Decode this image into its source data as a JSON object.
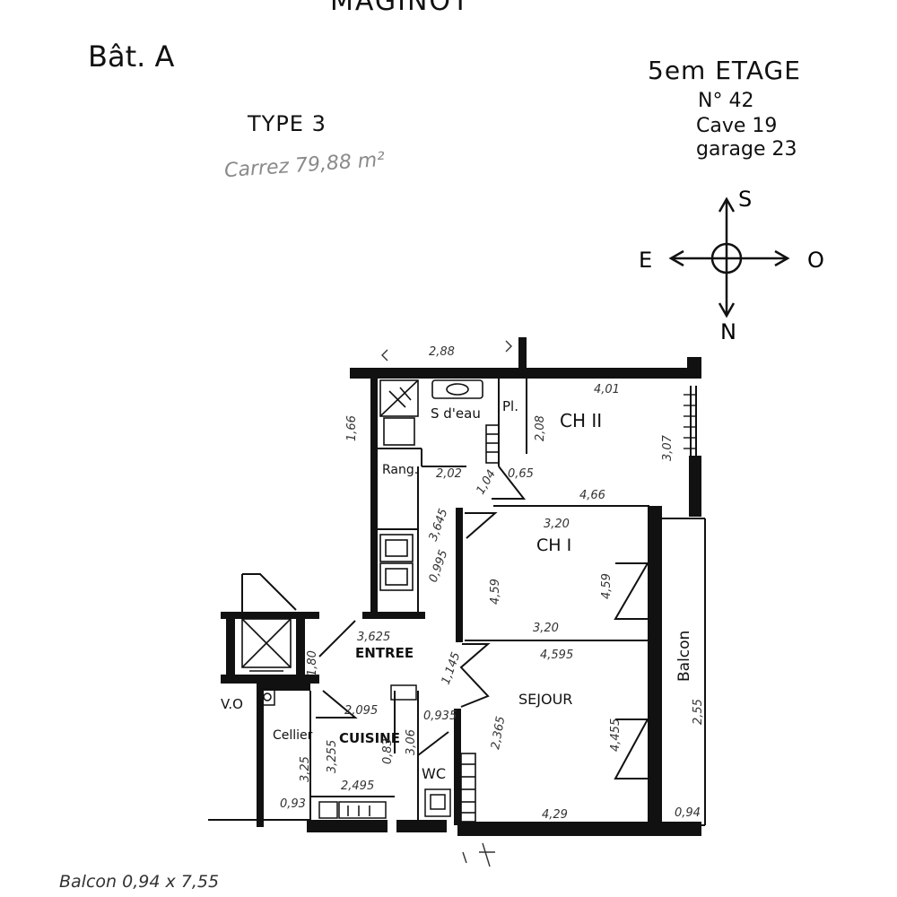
{
  "header": {
    "building_name": "MAGINOT",
    "batiment": "Bât. A",
    "type": "TYPE 3",
    "carrez": "Carrez 79,88 m²"
  },
  "unit_info": {
    "floor": "5em ETAGE",
    "number": "N° 42",
    "cave": "Cave 19",
    "garage": "garage 23"
  },
  "compass": {
    "south": "S",
    "east": "E",
    "west": "O",
    "north": "N"
  },
  "rooms": {
    "salle_eau": "S d'eau",
    "placard": "Pl.",
    "chambre_2": "CH II",
    "rangement": "Rang.",
    "chambre_1": "CH I",
    "entree": "ENTREE",
    "sejour": "SEJOUR",
    "balcon": "Balcon",
    "vo": "V.O",
    "cellier": "Cellier",
    "cuisine": "CUISINE",
    "wc": "WC"
  },
  "dimensions": {
    "top_width": "2,88",
    "sde_height": "1,66",
    "ch2_width": "4,01",
    "ch2_left": "2,08",
    "ch2_right": "3,07",
    "rang_width": "2,02",
    "door_a": "1,04",
    "door_b": "0,65",
    "ch1_top_long": "4,66",
    "ch1_width": "3,20",
    "hall_a": "3,645",
    "hall_b": "0,995",
    "ch1_left": "4,59",
    "ch1_right": "4,59",
    "ch1_bottom": "3,20",
    "entree_width": "3,625",
    "sejour_top": "4,595",
    "entree_left": "1,80",
    "hall_c": "1,145",
    "hall_d": "0,935",
    "kitchen_top": "2,095",
    "sejour_left": "2,365",
    "sejour_right": "4,455",
    "balcon_length": "2,55",
    "kitchen_left": "3,255",
    "kitchen_right": "3,06",
    "kitchen_inner": "0,83",
    "kitchen_bottom": "2,495",
    "cellier_height": "3,25",
    "cellier_width": "0,93",
    "sejour_bottom": "4,29",
    "balcon_width": "0,94"
  },
  "footer": {
    "balcon_note": "Balcon 0,94 x 7,55"
  }
}
